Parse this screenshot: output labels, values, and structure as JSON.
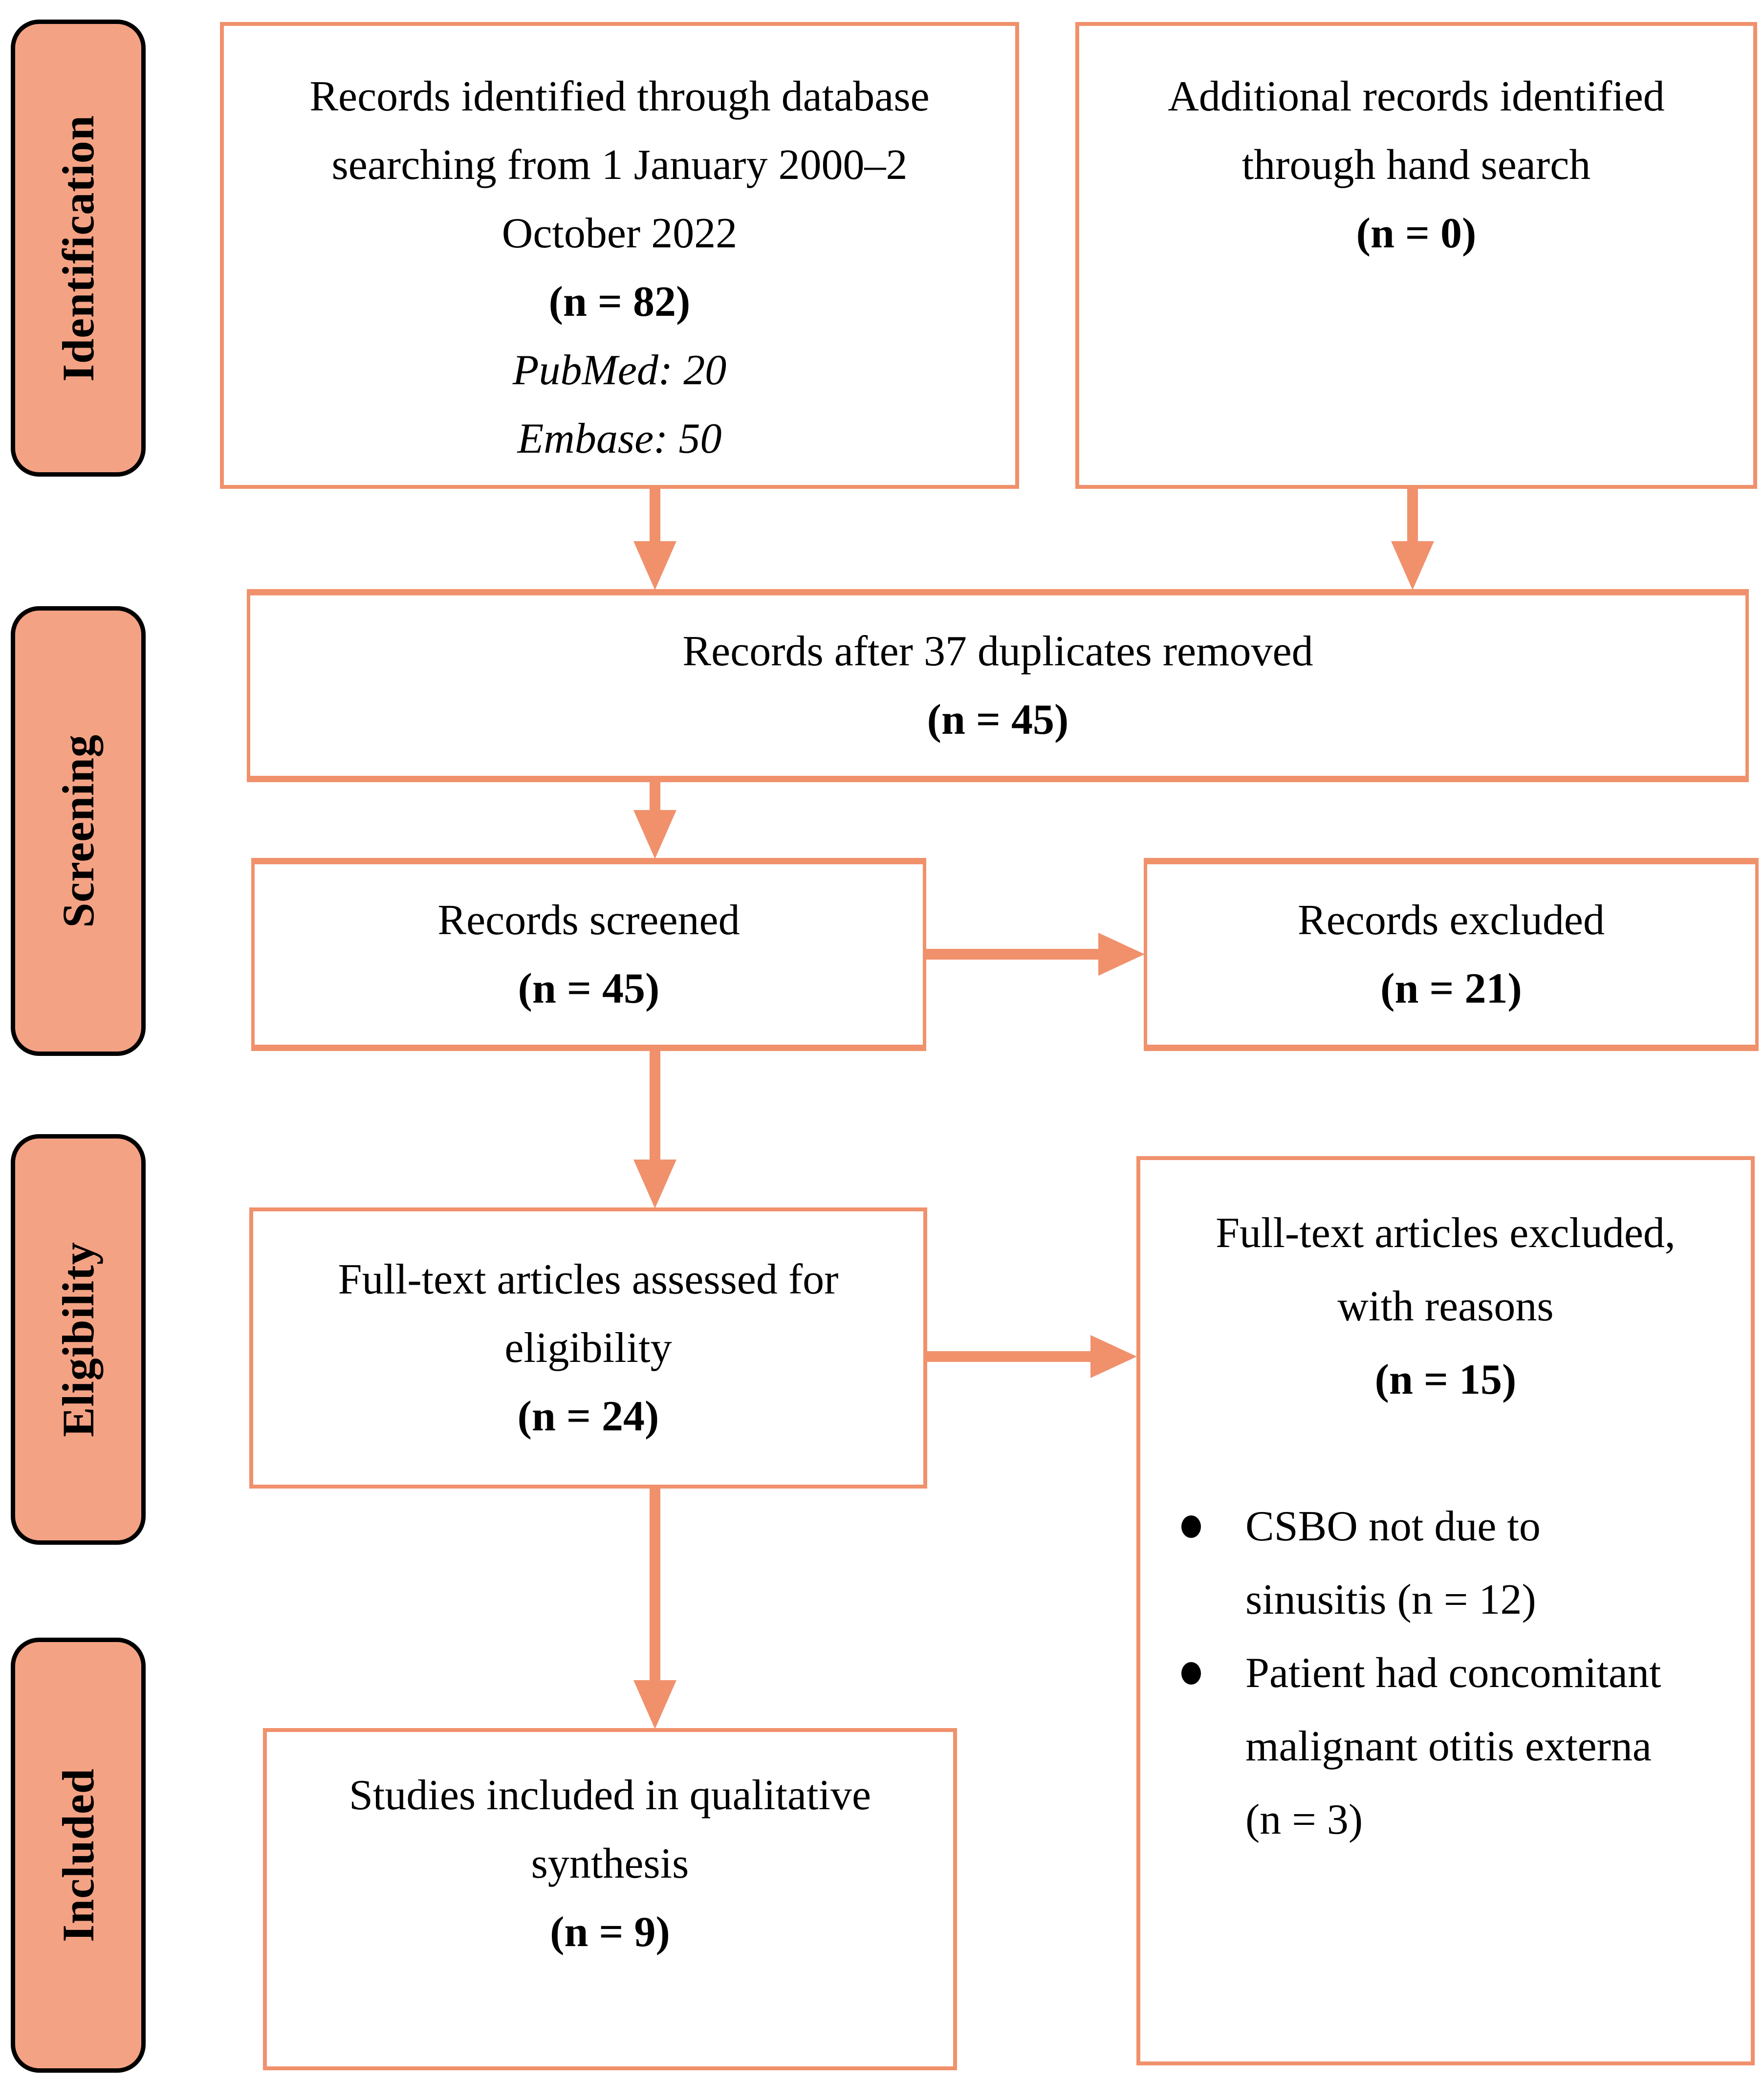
{
  "stages": {
    "identification": "Identification",
    "screening": "Screening",
    "eligibility": "Eligibility",
    "included": "Included"
  },
  "boxes": {
    "database_search": {
      "line1": "Records identified through database",
      "line2": "searching from 1 January 2000–2",
      "line3": "October 2022",
      "count": "(n = 82)",
      "sub1": "PubMed: 20",
      "sub2": "Embase: 50"
    },
    "hand_search": {
      "line1": "Additional records identified",
      "line2": "through hand search",
      "count": "(n = 0)"
    },
    "duplicates_removed": {
      "line1": "Records after 37 duplicates removed",
      "count": "(n = 45)"
    },
    "records_screened": {
      "line1": "Records screened",
      "count": "(n = 45)"
    },
    "records_excluded": {
      "line1": "Records excluded",
      "count": "(n = 21)"
    },
    "fulltext_assessed": {
      "line1": "Full-text articles assessed for",
      "line2": "eligibility",
      "count": "(n = 24)"
    },
    "fulltext_excluded": {
      "line1": "Full-text articles excluded,",
      "line2": "with reasons",
      "count": "(n = 15)",
      "bullet1": "CSBO not due to sinusitis (n = 12)",
      "bullet2": "Patient had concomitant malignant otitis externa (n = 3)"
    },
    "qualitative_synthesis": {
      "line1": "Studies included in qualitative",
      "line2": "synthesis",
      "count": "(n = 9)"
    }
  },
  "colors": {
    "accent": "#f0916c",
    "stage_fill": "#f4a284",
    "text": "#000000",
    "background": "#ffffff"
  }
}
